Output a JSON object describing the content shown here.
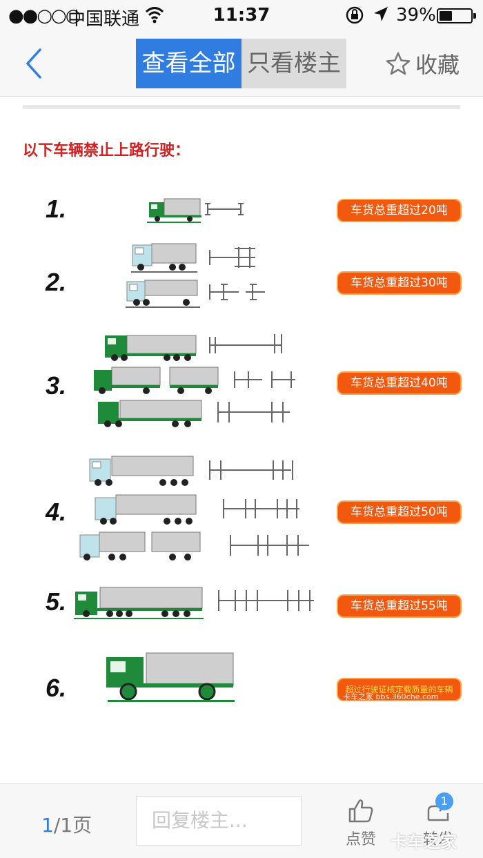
{
  "status_bar": {
    "signal": "●●○○○",
    "carrier": "中国联通",
    "time": "11:37",
    "battery": "39%"
  },
  "nav": {
    "tab_all": "查看全部",
    "tab_op_only": "只看楼主",
    "favorite": "收藏"
  },
  "post": {
    "heading": "以下车辆禁止上路行驶：",
    "rows": [
      {
        "num": "1.",
        "limit": "车货总重超过20吨"
      },
      {
        "num": "2.",
        "limit": "车货总重超过30吨"
      },
      {
        "num": "3.",
        "limit": "车货总重超过40吨"
      },
      {
        "num": "4.",
        "limit": "车货总重超过50吨"
      },
      {
        "num": "5.",
        "limit": "车货总重超过55吨"
      },
      {
        "num": "6.",
        "limit": "超过行驶证核定载质量的车辆"
      }
    ],
    "watermark": "卡车之家 bbs.360che.com"
  },
  "bottom_bar": {
    "page_current": "1",
    "page_total": "/1页",
    "reply_placeholder": "回复楼主...",
    "like": "点赞",
    "share": "转发",
    "share_count": "1"
  },
  "watermark": "卡车之家",
  "colors": {
    "accent": "#2f7de1",
    "heading_red": "#d22020",
    "badge_orange": "#f2590f",
    "truck_green": "#1e8a3a",
    "truck_cyan": "#bfe3ea"
  }
}
